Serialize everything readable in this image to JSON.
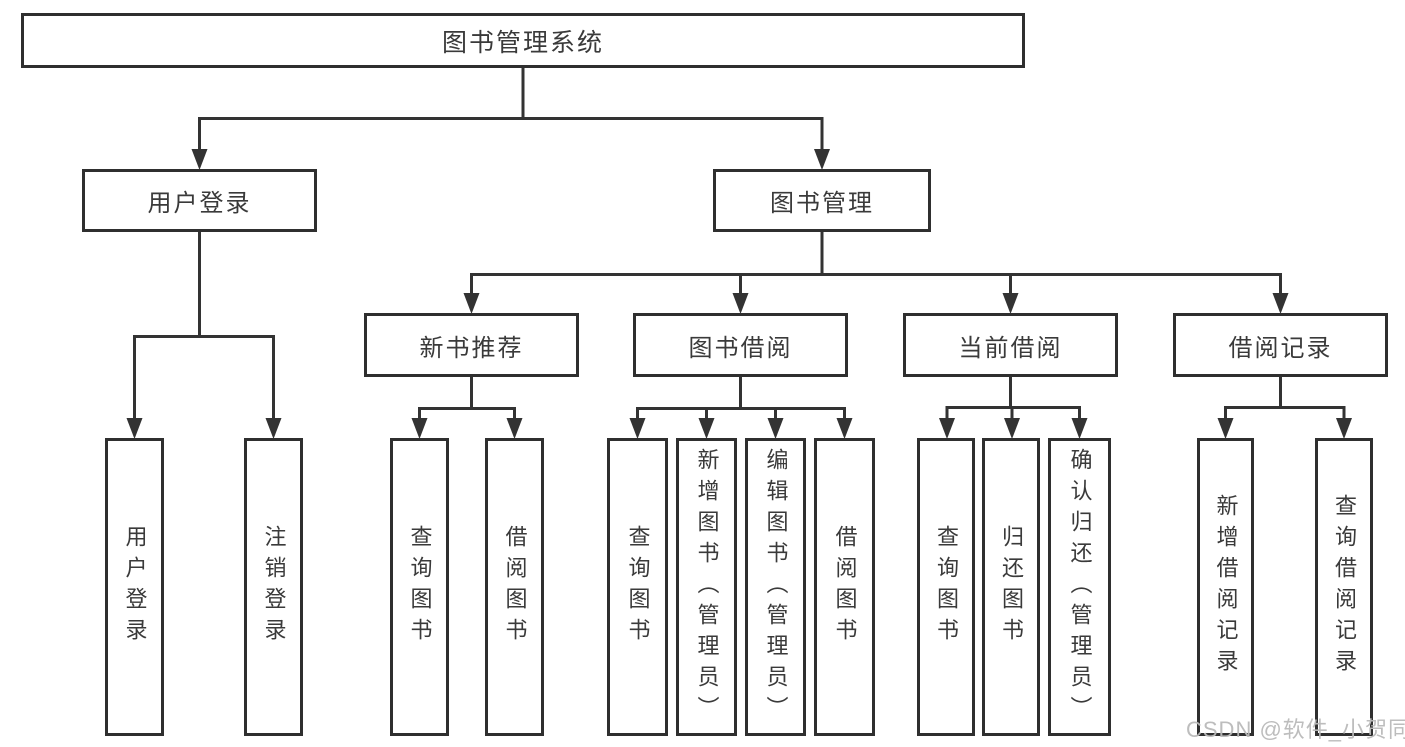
{
  "tree": {
    "root": {
      "label": "图书管理系统",
      "children": [
        {
          "label": "用户登录",
          "children": [
            {
              "label": "用户登录"
            },
            {
              "label": "注销登录"
            }
          ]
        },
        {
          "label": "图书管理",
          "children": [
            {
              "label": "新书推荐",
              "children": [
                {
                  "label": "查询图书"
                },
                {
                  "label": "借阅图书"
                }
              ]
            },
            {
              "label": "图书借阅",
              "children": [
                {
                  "label": "查询图书"
                },
                {
                  "label": "新增图书（管理员）"
                },
                {
                  "label": "编辑图书（管理员）"
                },
                {
                  "label": "借阅图书"
                }
              ]
            },
            {
              "label": "当前借阅",
              "children": [
                {
                  "label": "查询图书"
                },
                {
                  "label": "归还图书"
                },
                {
                  "label": "确认归还（管理员）"
                }
              ]
            },
            {
              "label": "借阅记录",
              "children": [
                {
                  "label": "新增借阅记录"
                },
                {
                  "label": "查询借阅记录"
                }
              ]
            }
          ]
        }
      ]
    }
  },
  "watermark": {
    "text": "CSDN @软件_小贺同学"
  },
  "appearance": {
    "line_color": "#333333",
    "box_background": "#ffffff",
    "text_color": "#3a3a3a",
    "watermark_color": "#b9b9b9"
  }
}
